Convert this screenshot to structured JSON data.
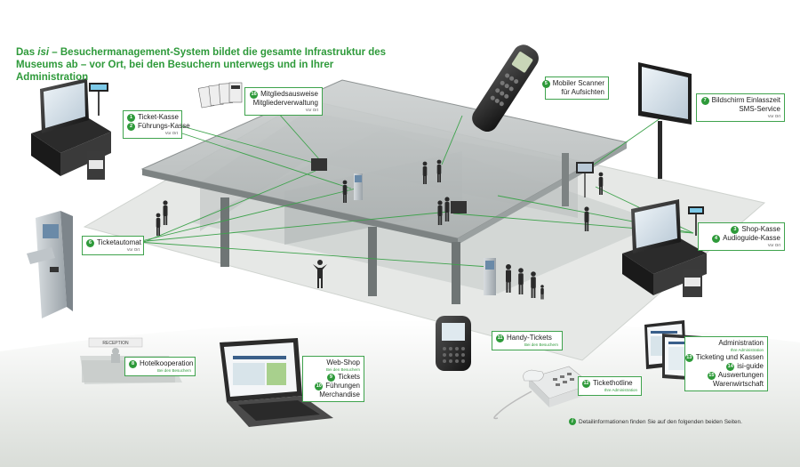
{
  "headline": {
    "prefix": "Das ",
    "brand": "isi",
    "rest": " – Besuchermanagement-System bildet die gesamte Infrastruktur des Museums ab – vor Ort, bei den Besuchern unterwegs und in Ihrer Administration"
  },
  "callouts": {
    "ticket_kasse": {
      "n1": "1",
      "t1": "Ticket-Kasse",
      "n2": "2",
      "t2": "Führungs-Kasse",
      "sub": "Vor Ort"
    },
    "mitglied": {
      "n": "16",
      "t1": "Mitgliedsausweise",
      "t2": "Mitgliederverwaltung",
      "sub": "Vor Ort"
    },
    "scanner": {
      "n": "5",
      "t1": "Mobiler Scanner",
      "t2": "für Aufsichten"
    },
    "bildschirm": {
      "n": "7",
      "t1": "Bildschirm Einlasszeit",
      "t2": "SMS-Service",
      "sub": "Vor Ort"
    },
    "ticketautomat": {
      "n": "6",
      "t": "Ticketautomat",
      "sub": "Vor Ort"
    },
    "shop": {
      "n1": "3",
      "t1": "Shop-Kasse",
      "n2": "4",
      "t2": "Audioguide-Kasse",
      "sub": "Vor Ort"
    },
    "hotel": {
      "n": "8",
      "t": "Hotelkooperation",
      "sub": "Bei den Besuchern"
    },
    "webshop": {
      "t": "Web-Shop",
      "sub": "Bei den Besuchern",
      "n1": "9",
      "t1": "Tickets",
      "n2": "10",
      "t2": "Führungen",
      "t3": "Merchandise"
    },
    "handy": {
      "n": "11",
      "t": "Handy-Tickets",
      "sub": "Bei den Besuchern"
    },
    "hotline": {
      "n": "12",
      "t": "Tickethotline",
      "sub": "Ihre Administration"
    },
    "admin": {
      "t": "Administration",
      "sub": "Ihre Administration",
      "n1": "13",
      "t1": "Ticketing und Kassen",
      "n2": "14",
      "t2": "isi-guide",
      "n3": "15",
      "t3": "Auswertungen",
      "t4": "Warenwirtschaft"
    }
  },
  "footnote": "Detailinformationen finden Sie auf den folgenden beiden Seiten.",
  "footnote_icon": "info-icon",
  "hotel_sign": "RECEPTION",
  "colors": {
    "accent": "#2e9a3a",
    "line": "#3fa34d",
    "ground": "#e2e6e1",
    "device": "#2b2b2b"
  }
}
